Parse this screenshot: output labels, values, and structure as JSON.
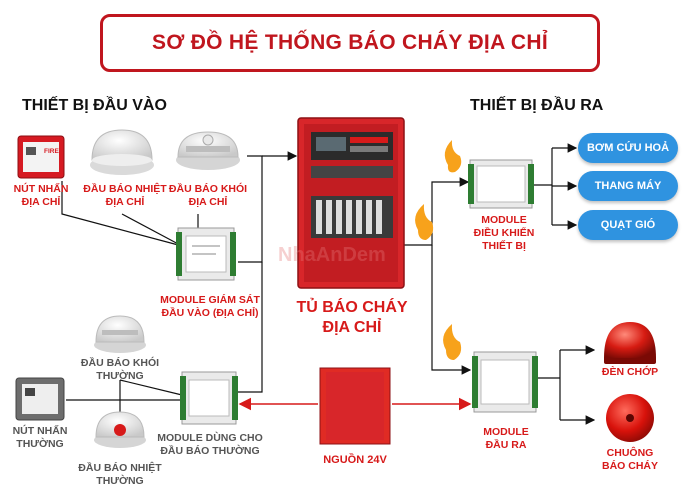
{
  "title": "SƠ ĐỒ HỆ THỐNG BÁO CHÁY ĐỊA CHỈ",
  "input_section": "THIẾT BỊ ĐẦU VÀO",
  "output_section": "THIẾT BỊ ĐẦU RA",
  "inputs": {
    "call_point": [
      "NÚT NHẤN",
      "ĐỊA CHỈ"
    ],
    "heat_detector": [
      "ĐẦU BÁO NHIỆT",
      "ĐỊA CHỈ"
    ],
    "smoke_detector": [
      "ĐẦU BÁO KHÓI",
      "ĐỊA CHỈ"
    ],
    "monitor_module": [
      "MODULE GIÁM SÁT",
      "ĐẦU VÀO (ĐỊA CHỈ)"
    ],
    "conv_smoke": [
      "ĐẦU BÁO KHÓI",
      "THƯỜNG"
    ],
    "conv_call_point": [
      "NÚT NHẤN",
      "THƯỜNG"
    ],
    "conv_heat": [
      "ĐẦU BÁO NHIỆT",
      "THƯỜNG"
    ],
    "conv_module": [
      "MODULE DÙNG CHO",
      "ĐẦU BÁO THƯỜNG"
    ]
  },
  "panel": [
    "TỦ BÁO CHÁY",
    "ĐỊA CHỈ"
  ],
  "power": "NGUỒN 24V",
  "outputs": {
    "control_module": [
      "MODULE",
      "ĐIỀU KHIỂN",
      "THIẾT BỊ"
    ],
    "output_module": [
      "MODULE",
      "ĐẦU RA"
    ],
    "pills": [
      "BƠM CỨU HOẢ",
      "THANG MÁY",
      "QUẠT GIÓ"
    ],
    "strobe": "ĐÈN CHỚP",
    "bell": [
      "CHUÔNG",
      "BÁO CHÁY"
    ]
  },
  "device_text": {
    "fire": "FIRE"
  },
  "watermark": "NhaAnDem",
  "colors": {
    "accent": "#c0161e",
    "label_red": "#d71a1a",
    "pill_blue": "#2f93e0",
    "panel_red": "#d8262a"
  }
}
